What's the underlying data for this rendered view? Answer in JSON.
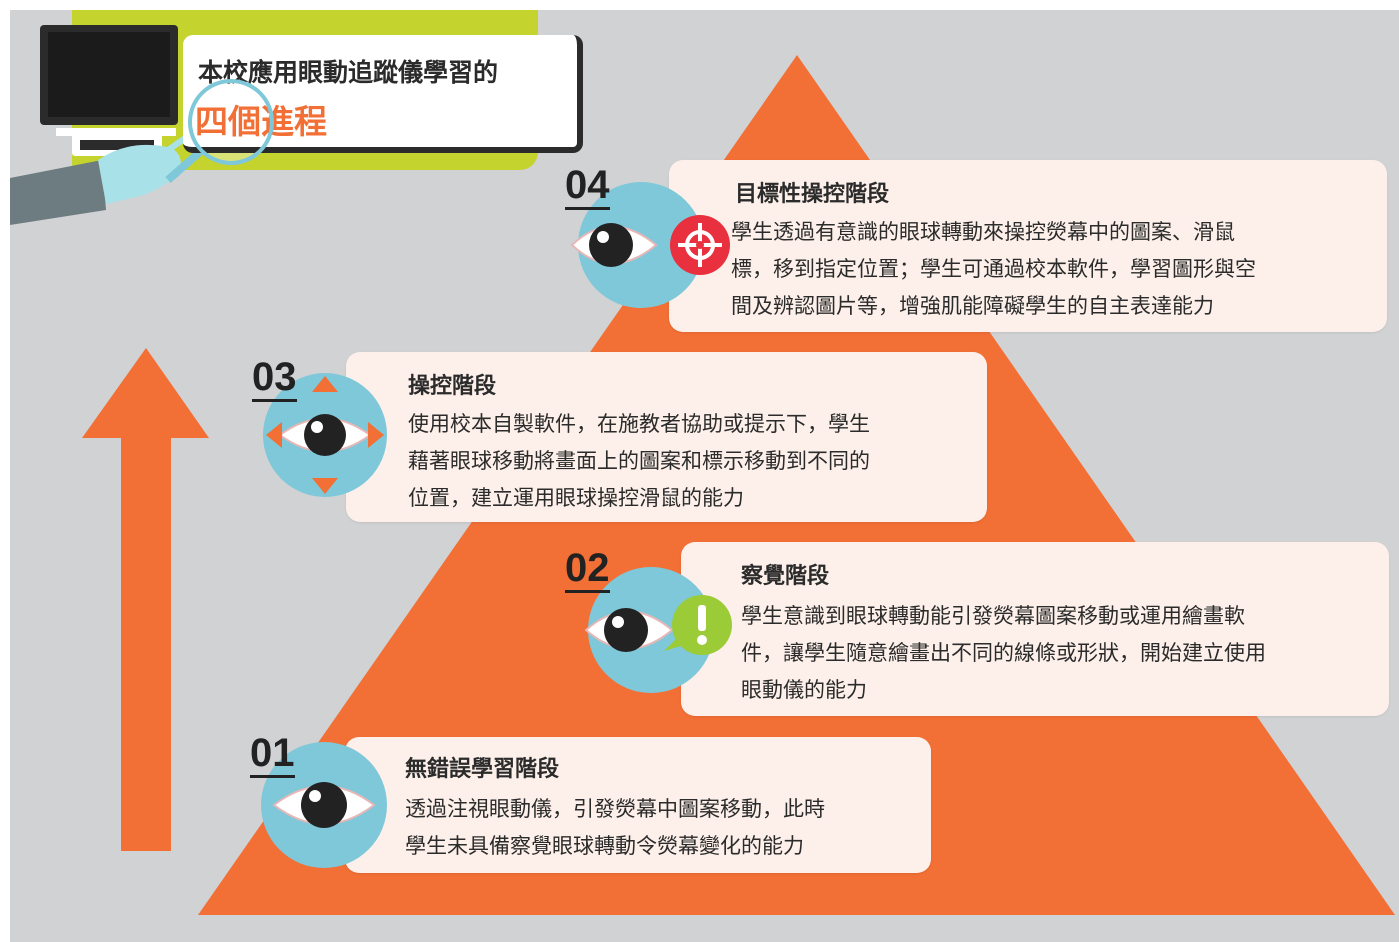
{
  "title": {
    "line1": "本校應用眼動追蹤儀學習的",
    "line2": "四個進程"
  },
  "colors": {
    "background": "#d1d2d4",
    "pyramid": "#f26f35",
    "accent_lime": "#c5d32e",
    "card": "#fdf0ea",
    "icon_circle": "#7ec8d9",
    "target_red": "#e8303f",
    "alert_green": "#9ccb38"
  },
  "stages": [
    {
      "number": "01",
      "title": "無錯誤學習階段",
      "lines": [
        "透過注視眼動儀，引發熒幕中圖案移動，此時",
        "學生未具備察覺眼球轉動令熒幕變化的能力"
      ],
      "icon": "eye-icon"
    },
    {
      "number": "02",
      "title": "察覺階段",
      "lines": [
        "學生意識到眼球轉動能引發熒幕圖案移動或運用繪畫軟",
        "件，讓學生隨意繪畫出不同的線條或形狀，開始建立使用",
        "眼動儀的能力"
      ],
      "icon": "exclamation-bubble-icon"
    },
    {
      "number": "03",
      "title": "操控階段",
      "lines": [
        "使用校本自製軟件，在施教者協助或提示下，學生",
        "藉著眼球移動將畫面上的圖案和標示移動到不同的",
        "位置，建立運用眼球操控滑鼠的能力"
      ],
      "icon": "direction-arrows-icon"
    },
    {
      "number": "04",
      "title": "目標性操控階段",
      "lines": [
        "學生透過有意識的眼球轉動來操控熒幕中的圖案、滑鼠",
        "標，移到指定位置；學生可通過校本軟件，學習圖形與空",
        "間及辨認圖片等，增強肌能障礙學生的自主表達能力"
      ],
      "icon": "crosshair-target-icon"
    }
  ]
}
